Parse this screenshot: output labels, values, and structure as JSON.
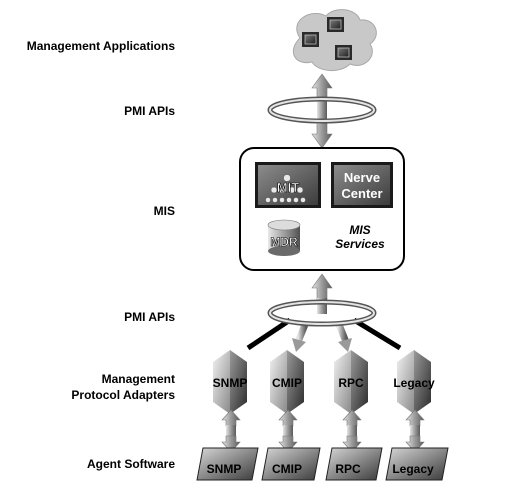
{
  "layer_labels": {
    "management_applications": "Management Applications",
    "pmi_apis_top": "PMI APIs",
    "mis": "MIS",
    "pmi_apis_bottom": "PMI APIs",
    "adapters_line1": "Management",
    "adapters_line2": "Protocol Adapters",
    "agent_software": "Agent Software"
  },
  "mis_box": {
    "mit": "MIT",
    "nerve_center_line1": "Nerve",
    "nerve_center_line2": "Center",
    "mdr": "MDR",
    "services_line1": "MIS",
    "services_line2": "Services"
  },
  "adapters": [
    "SNMP",
    "CMIP",
    "RPC",
    "Legacy"
  ],
  "agents": [
    "SNMP",
    "CMIP",
    "RPC",
    "Legacy"
  ]
}
